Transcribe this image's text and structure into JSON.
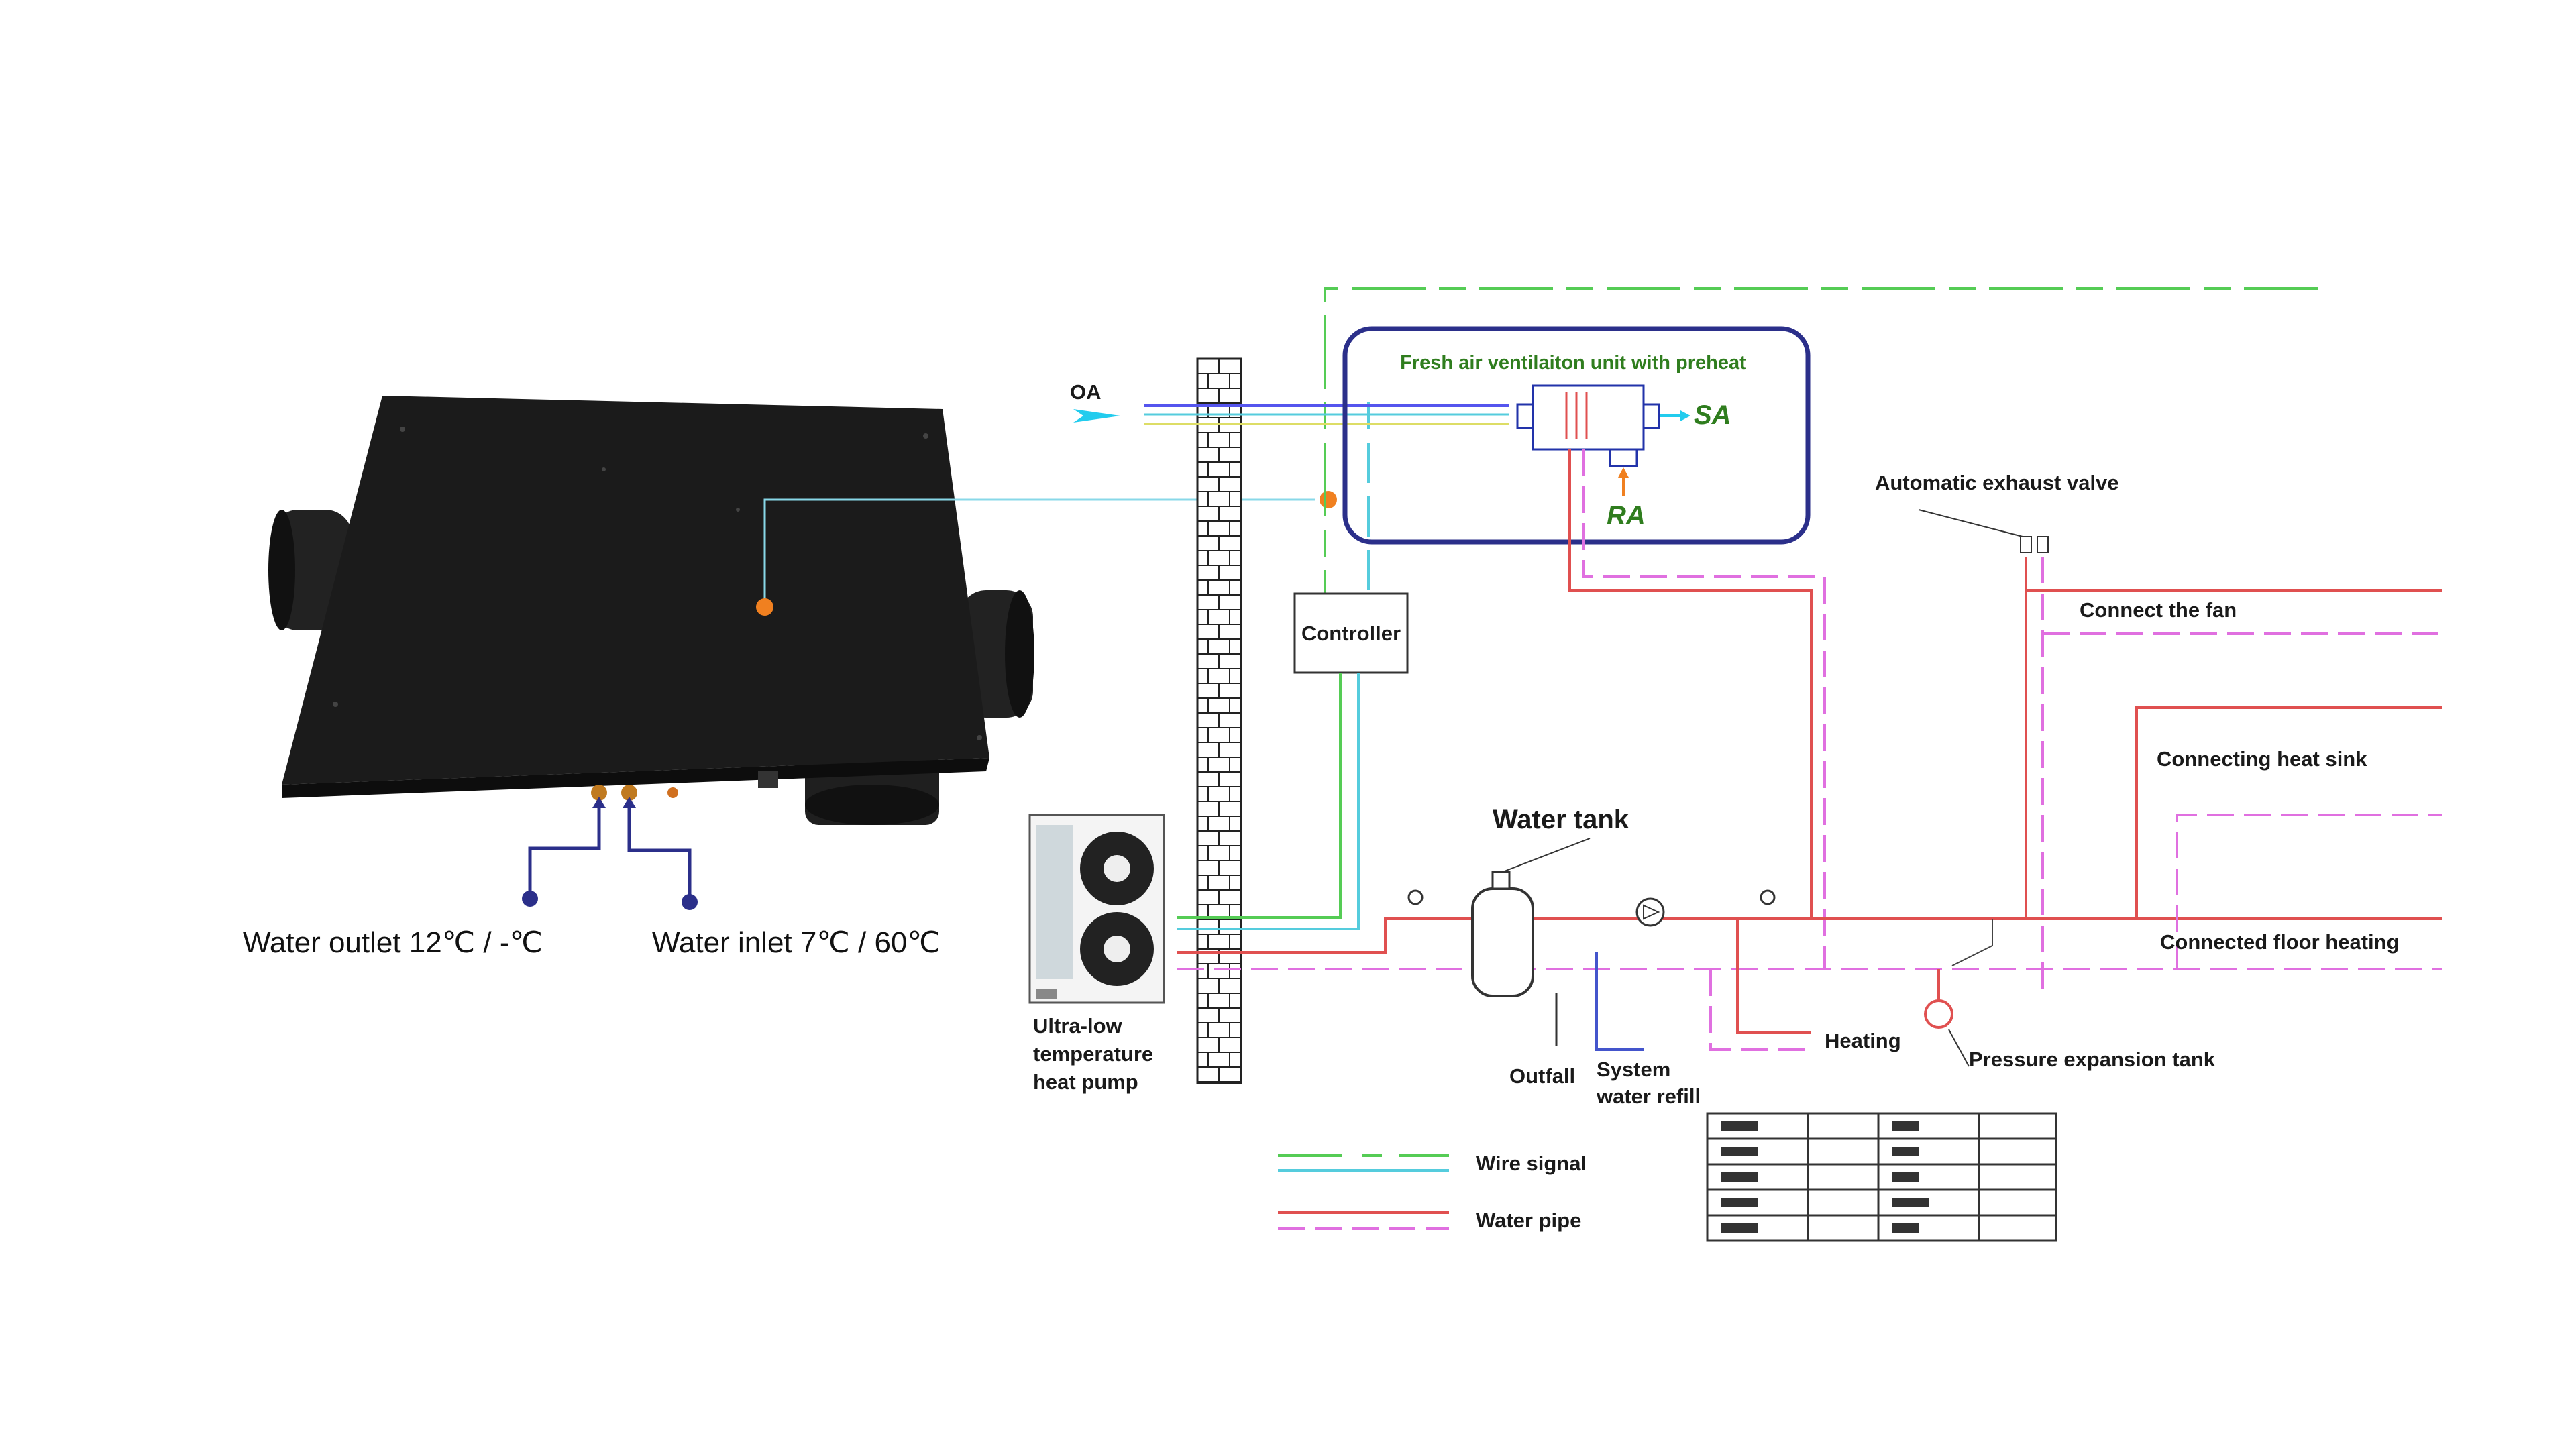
{
  "product_labels": {
    "water_outlet": "Water outlet 12℃ / -℃",
    "water_inlet": "Water inlet  7℃ / 60℃"
  },
  "schematic": {
    "oa": "OA",
    "unit_title": "Fresh air ventilaiton unit with preheat",
    "sa": "SA",
    "ra": "RA",
    "controller": "Controller",
    "water_tank": "Water tank",
    "heat_pump": [
      "Ultra-low",
      "temperature",
      "heat pump"
    ],
    "outfall": "Outfall",
    "system_water_refill": [
      "System",
      "water refill"
    ],
    "heating": "Heating",
    "automatic_exhaust_valve": "Automatic exhaust valve",
    "connect_the_fan": "Connect the fan",
    "connecting_heat_sink": "Connecting heat sink",
    "connected_floor_heating": "Connected floor heating",
    "pressure_expansion_tank": "Pressure expansion tank",
    "legend_wire_signal": "Wire signal",
    "legend_water_pipe": "Water pipe"
  },
  "colors": {
    "frame_navy": "#2b2f8a",
    "pipe_red": "#e05050",
    "pipe_pink_dashed": "#e070e0",
    "wire_green": "#55cc55",
    "wire_cyan": "#55ccdd",
    "oa_arrow_cyan": "#22ccee",
    "orange_marker": "#f08020",
    "label_green": "#2f7d1e",
    "unit_body": "#1b1b1b"
  }
}
